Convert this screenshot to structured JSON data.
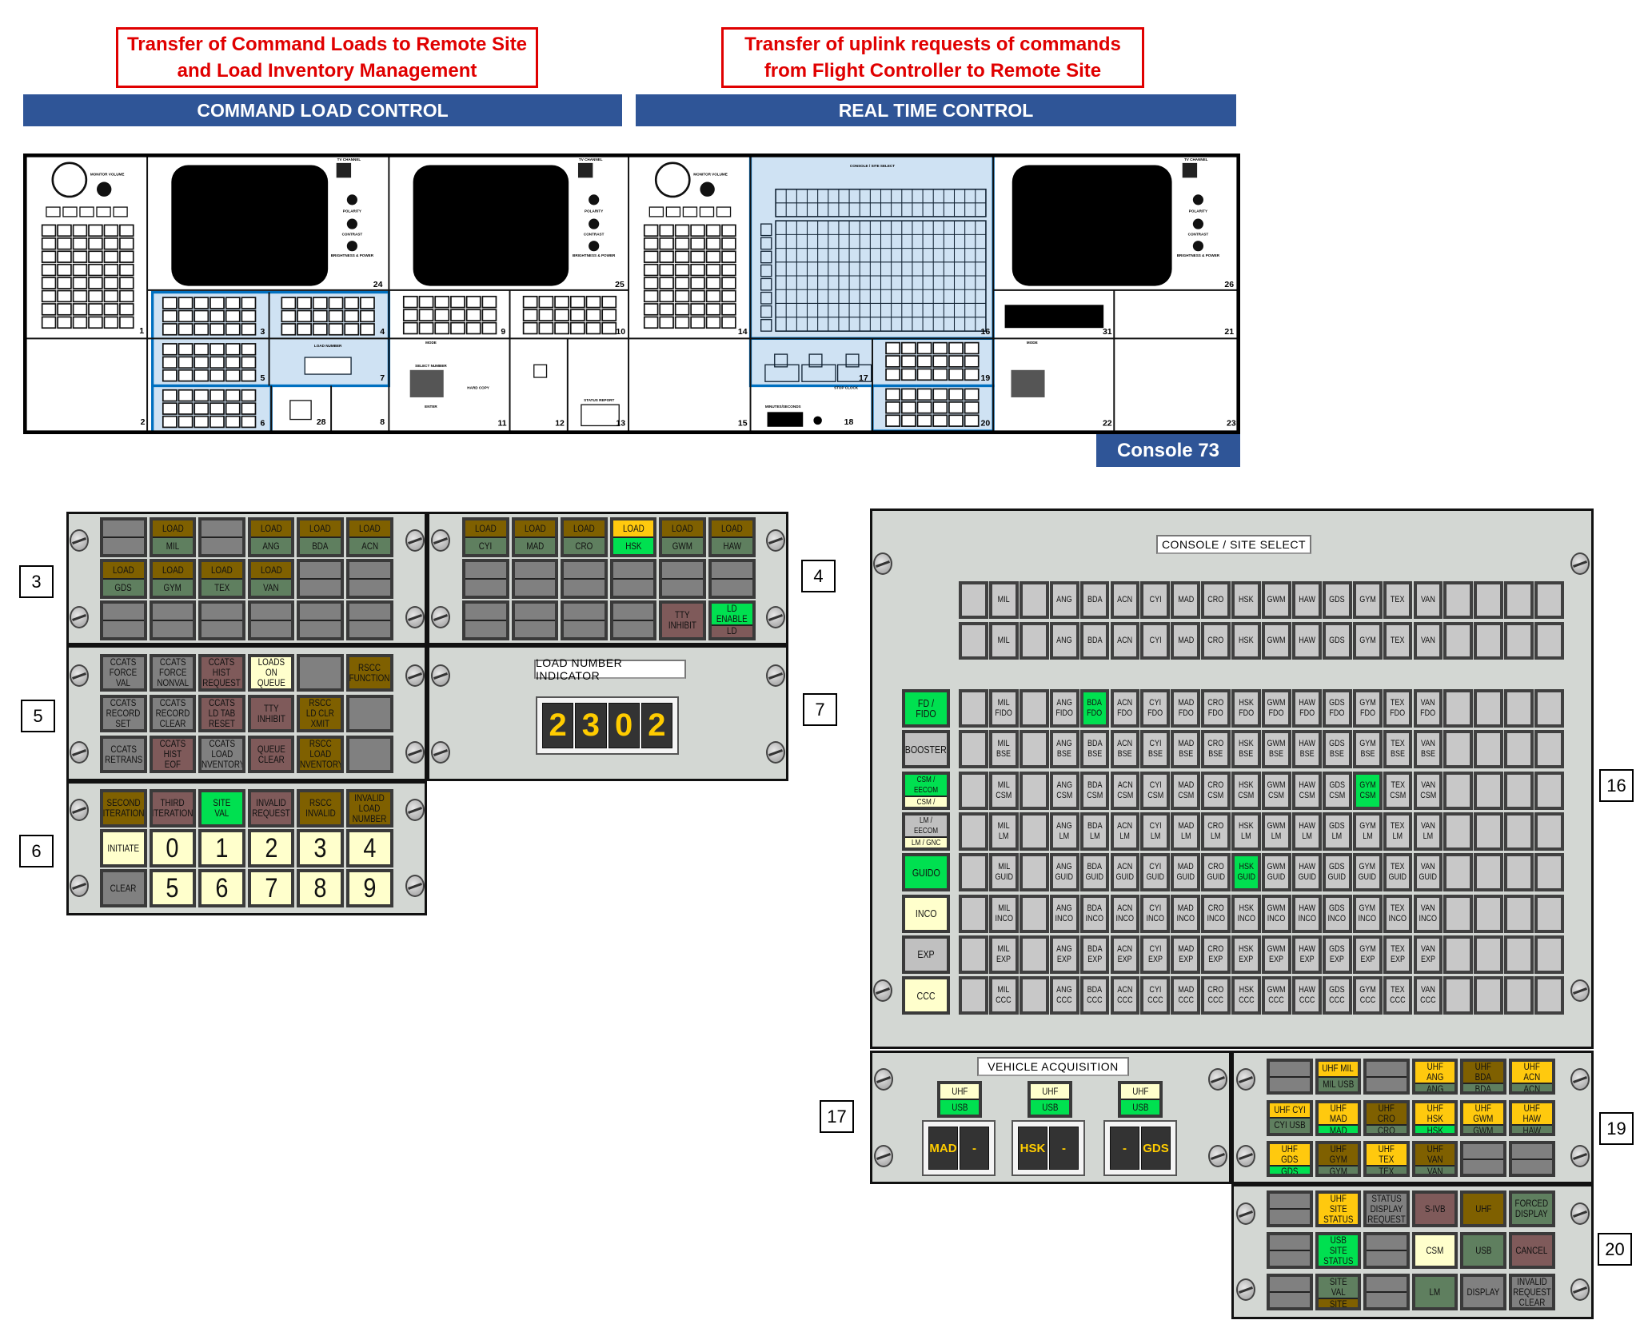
{
  "palette": {
    "g": "#808080",
    "br": "#7f6000",
    "sg": "#5f7f5f",
    "lg": "#00e050",
    "y": "#ffc90e",
    "cr": "#ffffcc",
    "m": "#7f5a5a",
    "lt": "#c0c0c0"
  },
  "headers": {
    "left_note": "Transfer of Command Loads to Remote Site\nand Load Inventory Management",
    "right_note": "Transfer of uplink requests of commands\nfrom Flight Controller to Remote Site",
    "left_bar": "COMMAND LOAD CONTROL",
    "right_bar": "REAL TIME CONTROL",
    "console_label": "Console 73"
  },
  "console_drawing": {
    "modules": [
      "1",
      "2",
      "24",
      "3",
      "4",
      "5",
      "7",
      "6",
      "28",
      "8",
      "25",
      "9",
      "10",
      "11",
      "12",
      "13",
      "14",
      "15",
      "16",
      "17",
      "19",
      "18",
      "20",
      "26",
      "31",
      "21",
      "22",
      "23"
    ],
    "captions": {
      "monitor_volume": "MONITOR VOLUME",
      "tv_channel": "TV CHANNEL",
      "polarity": "POLARITY",
      "contrast": "CONTRAST",
      "brightness": "BRIGHTNESS & POWER",
      "load_number": "LOAD NUMBER",
      "mode": "MODE",
      "select_number": "SELECT NUMBER",
      "hard_copy": "HARD COPY",
      "enter": "ENTER",
      "status_report": "STATUS REPORT",
      "minutes_seconds": "MINUTES/SECONDS",
      "stop_clock": "STOP CLOCK",
      "console_site_select": "CONSOLE / SITE SELECT"
    }
  },
  "callouts": [
    "3",
    "4",
    "5",
    "6",
    "7",
    "16",
    "17",
    "19",
    "20"
  ],
  "panels": {
    "p3": [
      [
        {
          "top": "",
          "bottom": "",
          "tc": "g",
          "bc": "g"
        },
        {
          "top": "LOAD",
          "bottom": "MIL",
          "tc": "br",
          "bc": "sg"
        },
        {
          "top": "",
          "bottom": "",
          "tc": "g",
          "bc": "g"
        },
        {
          "top": "LOAD",
          "bottom": "ANG",
          "tc": "br",
          "bc": "sg"
        },
        {
          "top": "LOAD",
          "bottom": "BDA",
          "tc": "br",
          "bc": "sg"
        },
        {
          "top": "LOAD",
          "bottom": "ACN",
          "tc": "br",
          "bc": "sg"
        }
      ],
      [
        {
          "top": "LOAD",
          "bottom": "GDS",
          "tc": "br",
          "bc": "sg"
        },
        {
          "top": "LOAD",
          "bottom": "GYM",
          "tc": "br",
          "bc": "sg"
        },
        {
          "top": "LOAD",
          "bottom": "TEX",
          "tc": "br",
          "bc": "sg"
        },
        {
          "top": "LOAD",
          "bottom": "VAN",
          "tc": "br",
          "bc": "sg"
        },
        {
          "top": "",
          "bottom": "",
          "tc": "g",
          "bc": "g"
        },
        {
          "top": "",
          "bottom": "",
          "tc": "g",
          "bc": "g"
        }
      ],
      [
        {
          "top": "",
          "bottom": "",
          "tc": "g",
          "bc": "g"
        },
        {
          "top": "",
          "bottom": "",
          "tc": "g",
          "bc": "g"
        },
        {
          "top": "",
          "bottom": "",
          "tc": "g",
          "bc": "g"
        },
        {
          "top": "",
          "bottom": "",
          "tc": "g",
          "bc": "g"
        },
        {
          "top": "",
          "bottom": "",
          "tc": "g",
          "bc": "g"
        },
        {
          "top": "",
          "bottom": "",
          "tc": "g",
          "bc": "g"
        }
      ]
    ],
    "p4": [
      [
        {
          "top": "LOAD",
          "bottom": "CYI",
          "tc": "br",
          "bc": "sg"
        },
        {
          "top": "LOAD",
          "bottom": "MAD",
          "tc": "br",
          "bc": "sg"
        },
        {
          "top": "LOAD",
          "bottom": "CRO",
          "tc": "br",
          "bc": "sg"
        },
        {
          "top": "LOAD",
          "bottom": "HSK",
          "tc": "y",
          "bc": "lg"
        },
        {
          "top": "LOAD",
          "bottom": "GWM",
          "tc": "br",
          "bc": "sg"
        },
        {
          "top": "LOAD",
          "bottom": "HAW",
          "tc": "br",
          "bc": "sg"
        }
      ],
      [
        {
          "top": "",
          "bottom": "",
          "tc": "g",
          "bc": "g"
        },
        {
          "top": "",
          "bottom": "",
          "tc": "g",
          "bc": "g"
        },
        {
          "top": "",
          "bottom": "",
          "tc": "g",
          "bc": "g"
        },
        {
          "top": "",
          "bottom": "",
          "tc": "g",
          "bc": "g"
        },
        {
          "top": "",
          "bottom": "",
          "tc": "g",
          "bc": "g"
        },
        {
          "top": "",
          "bottom": "",
          "tc": "g",
          "bc": "g"
        }
      ],
      [
        {
          "top": "",
          "bottom": "",
          "tc": "g",
          "bc": "g"
        },
        {
          "top": "",
          "bottom": "",
          "tc": "g",
          "bc": "g"
        },
        {
          "top": "",
          "bottom": "",
          "tc": "g",
          "bc": "g"
        },
        {
          "top": "",
          "bottom": "",
          "tc": "g",
          "bc": "g"
        },
        {
          "label": "TTY\nINHIBIT",
          "c": "m"
        },
        {
          "top": "LD ENABLE",
          "bottom": "LD DISABL",
          "tc": "lg",
          "bc": "m"
        }
      ]
    ],
    "p5": [
      [
        {
          "label": "CCATS\nFORCE\nVAL",
          "c": "g"
        },
        {
          "label": "CCATS\nFORCE\nNONVAL",
          "c": "g"
        },
        {
          "label": "CCATS\nHIST\nREQUEST",
          "c": "m"
        },
        {
          "label": "LOADS\nON\nQUEUE",
          "c": "cr"
        },
        {
          "label": "",
          "c": "g"
        },
        {
          "label": "RSCC\nFUNCTION",
          "c": "br"
        }
      ],
      [
        {
          "label": "CCATS\nRECORD\nSET",
          "c": "g"
        },
        {
          "label": "CCATS\nRECORD\nCLEAR",
          "c": "g"
        },
        {
          "label": "CCATS\nLD TAB\nRESET",
          "c": "m"
        },
        {
          "label": "TTY\nINHIBIT",
          "c": "m"
        },
        {
          "label": "RSCC\nLD CLR\nXMIT",
          "c": "br"
        },
        {
          "label": "",
          "c": "g"
        }
      ],
      [
        {
          "label": "CCATS\nRETRANS",
          "c": "g"
        },
        {
          "label": "CCATS\nHIST\nEOF",
          "c": "m"
        },
        {
          "label": "CCATS\nLOAD\nINVENTORY",
          "c": "g"
        },
        {
          "label": "QUEUE\nCLEAR",
          "c": "m"
        },
        {
          "label": "RSCC\nLOAD\nINVENTORY",
          "c": "br"
        },
        {
          "label": "",
          "c": "g"
        }
      ]
    ],
    "p6": [
      [
        {
          "label": "SECOND\nITERATION",
          "c": "br"
        },
        {
          "label": "THIRD\nITERATION",
          "c": "m"
        },
        {
          "label": "SITE\nVAL",
          "c": "lg"
        },
        {
          "label": "INVALID\nREQUEST",
          "c": "m"
        },
        {
          "label": "RSCC\nINVALID",
          "c": "br"
        },
        {
          "label": "INVALID\nLOAD\nNUMBER",
          "c": "br"
        }
      ],
      [
        {
          "label": "INITIATE",
          "c": "cr"
        },
        {
          "label": "0",
          "c": "cr",
          "big": true
        },
        {
          "label": "1",
          "c": "cr",
          "big": true
        },
        {
          "label": "2",
          "c": "cr",
          "big": true
        },
        {
          "label": "3",
          "c": "cr",
          "big": true
        },
        {
          "label": "4",
          "c": "cr",
          "big": true
        }
      ],
      [
        {
          "label": "CLEAR",
          "c": "g"
        },
        {
          "label": "5",
          "c": "cr",
          "big": true
        },
        {
          "label": "6",
          "c": "cr",
          "big": true
        },
        {
          "label": "7",
          "c": "cr",
          "big": true
        },
        {
          "label": "8",
          "c": "cr",
          "big": true
        },
        {
          "label": "9",
          "c": "cr",
          "big": true
        }
      ]
    ],
    "p19": [
      [
        {
          "top": "",
          "bottom": "",
          "tc": "g",
          "bc": "g"
        },
        {
          "top": "UHF MIL",
          "bottom": "MIL USB",
          "tc": "y",
          "bc": "sg"
        },
        {
          "top": "",
          "bottom": "",
          "tc": "g",
          "bc": "g"
        },
        {
          "top": "UHF ANG",
          "bottom": "ANG USB",
          "tc": "y",
          "bc": "sg"
        },
        {
          "top": "UHF BDA",
          "bottom": "BDA USB",
          "tc": "br",
          "bc": "sg"
        },
        {
          "top": "UHF ACN",
          "bottom": "ACN USB",
          "tc": "y",
          "bc": "sg"
        }
      ],
      [
        {
          "top": "UHF CYI",
          "bottom": "CYI USB",
          "tc": "y",
          "bc": "sg"
        },
        {
          "top": "UHF MAD",
          "bottom": "MAD USB",
          "tc": "y",
          "bc": "lg"
        },
        {
          "top": "UHF CRO",
          "bottom": "CRO USB",
          "tc": "br",
          "bc": "sg"
        },
        {
          "top": "UHF HSK",
          "bottom": "HSK USB",
          "tc": "y",
          "bc": "lg"
        },
        {
          "top": "UHF GWM",
          "bottom": "GWM USB",
          "tc": "y",
          "bc": "sg"
        },
        {
          "top": "UHF HAW",
          "bottom": "HAW USB",
          "tc": "y",
          "bc": "sg"
        }
      ],
      [
        {
          "top": "UHF GDS",
          "bottom": "GDS USB",
          "tc": "y",
          "bc": "lg"
        },
        {
          "top": "UHF GYM",
          "bottom": "GYM USB",
          "tc": "br",
          "bc": "sg"
        },
        {
          "top": "UHF TEX",
          "bottom": "TEX USB",
          "tc": "y",
          "bc": "sg"
        },
        {
          "top": "UHF VAN",
          "bottom": "VAN USB",
          "tc": "br",
          "bc": "sg"
        },
        {
          "top": "",
          "bottom": "",
          "tc": "g",
          "bc": "g"
        },
        {
          "top": "",
          "bottom": "",
          "tc": "g",
          "bc": "g"
        }
      ]
    ],
    "p20": [
      [
        {
          "top": "",
          "bottom": "",
          "tc": "g",
          "bc": "g"
        },
        {
          "label": "UHF\nSITE\nSTATUS",
          "c": "y"
        },
        {
          "label": "STATUS\nDISPLAY\nREQUEST",
          "c": "g"
        },
        {
          "label": "S-IVB",
          "c": "m"
        },
        {
          "label": "UHF",
          "c": "br"
        },
        {
          "label": "FORCED\nDISPLAY",
          "c": "sg"
        }
      ],
      [
        {
          "top": "",
          "bottom": "",
          "tc": "g",
          "bc": "g"
        },
        {
          "label": "USB\nSITE\nSTATUS",
          "c": "lg"
        },
        {
          "top": "",
          "bottom": "",
          "tc": "g",
          "bc": "g"
        },
        {
          "label": "CSM",
          "c": "cr"
        },
        {
          "label": "USB",
          "c": "sg"
        },
        {
          "label": "CANCEL",
          "c": "m"
        }
      ],
      [
        {
          "top": "",
          "bottom": "",
          "tc": "g",
          "bc": "g"
        },
        {
          "top": "SITE VAL",
          "bottom": "SITE INVAL",
          "tc": "sg",
          "bc": "br"
        },
        {
          "top": "",
          "bottom": "",
          "tc": "g",
          "bc": "g"
        },
        {
          "label": "LM",
          "c": "sg"
        },
        {
          "label": "DISPLAY",
          "c": "g"
        },
        {
          "label": "INVALID\nREQUEST\nCLEAR",
          "c": "g"
        }
      ]
    ]
  },
  "load_number_indicator": {
    "title": "LOAD NUMBER INDICATOR",
    "digits": [
      "2",
      "3",
      "0",
      "2"
    ]
  },
  "site_select": {
    "title": "CONSOLE / SITE SELECT",
    "sites": [
      "",
      "MIL",
      "",
      "ANG",
      "BDA",
      "ACN",
      "CYI",
      "MAD",
      "CRO",
      "HSK",
      "GWM",
      "HAW",
      "GDS",
      "GYM",
      "TEX",
      "VAN",
      "",
      "",
      "",
      ""
    ],
    "rows": [
      {
        "label": "FD / FIDO",
        "c": "lg",
        "cells": [
          "",
          "MIL\nFIDO",
          "",
          "ANG\nFIDO",
          "BDA\nFDO",
          "ACN\nFDO",
          "CYI\nFDO",
          "MAD\nFDO",
          "CRO\nFDO",
          "HSK\nFDO",
          "GWM\nFDO",
          "HAW\nFDO",
          "GDS\nFDO",
          "GYM\nFDO",
          "TEX\nFDO",
          "VAN\nFDO",
          "",
          "",
          "",
          ""
        ],
        "lit": [
          4
        ]
      },
      {
        "label": "BOOSTER",
        "c": "lt",
        "cells": [
          "",
          "MIL\nBSE",
          "",
          "ANG\nBSE",
          "BDA\nBSE",
          "ACN\nBSE",
          "CYI\nBSE",
          "MAD\nBSE",
          "CRO\nBSE",
          "HSK\nBSE",
          "GWM\nBSE",
          "HAW\nBSE",
          "GDS\nBSE",
          "GYM\nBSE",
          "TEX\nBSE",
          "VAN\nBSE",
          "",
          "",
          "",
          ""
        ],
        "lit": []
      },
      {
        "top": "CSM / EECOM",
        "bottom": "CSM / GNC",
        "tc": "lg",
        "bc": "cr",
        "cells": [
          "",
          "MIL\nCSM",
          "",
          "ANG\nCSM",
          "BDA\nCSM",
          "ACN\nCSM",
          "CYI\nCSM",
          "MAD\nCSM",
          "CRO\nCSM",
          "HSK\nCSM",
          "GWM\nCSM",
          "HAW\nCSM",
          "GDS\nCSM",
          "GYM\nCSM",
          "TEX\nCSM",
          "VAN\nCSM",
          "",
          "",
          "",
          ""
        ],
        "lit": [
          13
        ]
      },
      {
        "top": "LM / EECOM",
        "bottom": "LM / GNC",
        "tc": "lt",
        "bc": "cr",
        "cells": [
          "",
          "MIL\nLM",
          "",
          "ANG\nLM",
          "BDA\nLM",
          "ACN\nLM",
          "CYI\nLM",
          "MAD\nLM",
          "CRO\nLM",
          "HSK\nLM",
          "GWM\nLM",
          "HAW\nLM",
          "GDS\nLM",
          "GYM\nLM",
          "TEX\nLM",
          "VAN\nLM",
          "",
          "",
          "",
          ""
        ],
        "lit": []
      },
      {
        "label": "GUIDO",
        "c": "lg",
        "cells": [
          "",
          "MIL\nGUID",
          "",
          "ANG\nGUID",
          "BDA\nGUID",
          "ACN\nGUID",
          "CYI\nGUID",
          "MAD\nGUID",
          "CRO\nGUID",
          "HSK\nGUID",
          "GWM\nGUID",
          "HAW\nGUID",
          "GDS\nGUID",
          "GYM\nGUID",
          "TEX\nGUID",
          "VAN\nGUID",
          "",
          "",
          "",
          ""
        ],
        "lit": [
          9
        ]
      },
      {
        "label": "INCO",
        "c": "cr",
        "cells": [
          "",
          "MIL\nINCO",
          "",
          "ANG\nINCO",
          "BDA\nINCO",
          "ACN\nINCO",
          "CYI\nINCO",
          "MAD\nINCO",
          "CRO\nINCO",
          "HSK\nINCO",
          "GWM\nINCO",
          "HAW\nINCO",
          "GDS\nINCO",
          "GYM\nINCO",
          "TEX\nINCO",
          "VAN\nINCO",
          "",
          "",
          "",
          ""
        ],
        "lit": []
      },
      {
        "label": "EXP",
        "c": "lt",
        "cells": [
          "",
          "MIL\nEXP",
          "",
          "ANG\nEXP",
          "BDA\nEXP",
          "ACN\nEXP",
          "CYI\nEXP",
          "MAD\nEXP",
          "CRO\nEXP",
          "HSK\nEXP",
          "GWM\nEXP",
          "HAW\nEXP",
          "GDS\nEXP",
          "GYM\nEXP",
          "TEX\nEXP",
          "VAN\nEXP",
          "",
          "",
          "",
          ""
        ],
        "lit": []
      },
      {
        "label": "CCC",
        "c": "cr",
        "cells": [
          "",
          "MIL\nCCC",
          "",
          "ANG\nCCC",
          "BDA\nCCC",
          "ACN\nCCC",
          "CYI\nCCC",
          "MAD\nCCC",
          "CRO\nCCC",
          "HSK\nCCC",
          "GWM\nCCC",
          "HAW\nCCC",
          "GDS\nCCC",
          "GYM\nCCC",
          "TEX\nCCC",
          "VAN\nCCC",
          "",
          "",
          "",
          ""
        ],
        "lit": []
      }
    ]
  },
  "vehicle_acquisition": {
    "title": "VEHICLE ACQUISITION",
    "units": [
      {
        "top": "UHF",
        "bottom": "USB",
        "window": [
          "MAD",
          "-"
        ]
      },
      {
        "top": "UHF",
        "bottom": "USB",
        "window": [
          "HSK",
          "-"
        ]
      },
      {
        "top": "UHF",
        "bottom": "USB",
        "window": [
          "-",
          "GDS"
        ]
      }
    ]
  }
}
